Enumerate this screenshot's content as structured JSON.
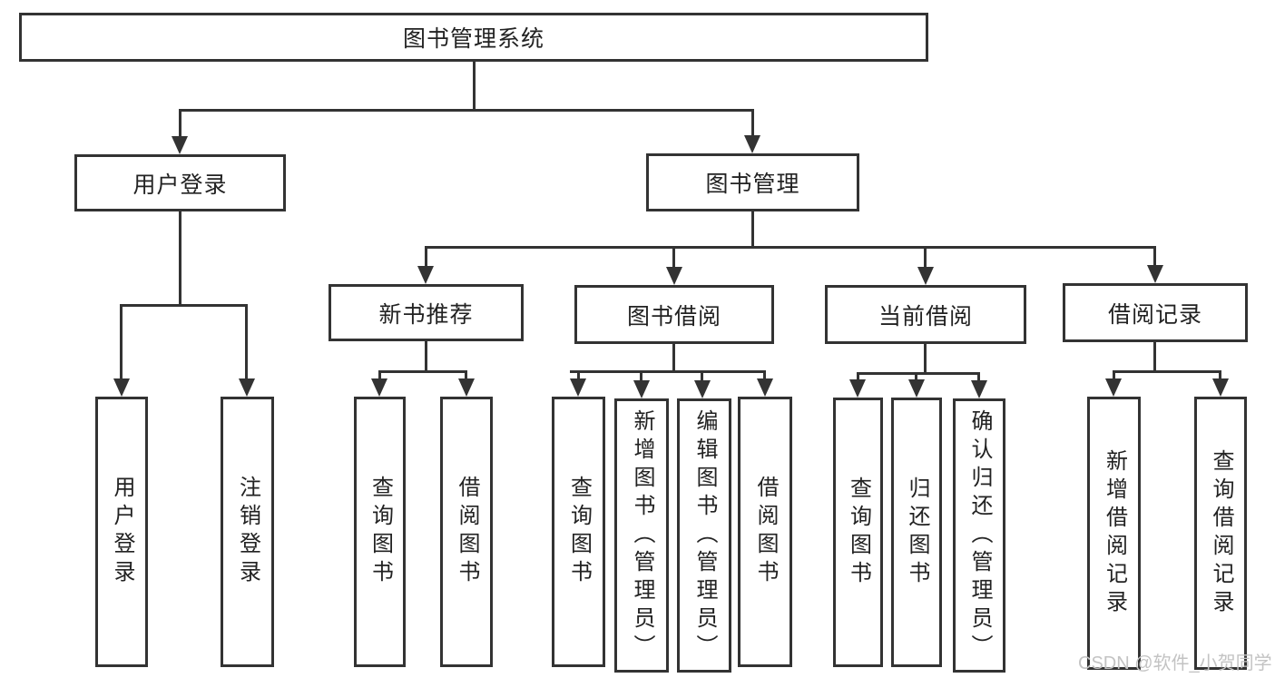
{
  "colors": {
    "line": "#333333",
    "text": "#222222",
    "box_bg": "#ffffff",
    "watermark": "#c3c3c3"
  },
  "tree": {
    "root": {
      "label": "图书管理系统"
    },
    "user_login": {
      "label": "用户登录",
      "leaves": {
        "login": {
          "label": "用户登录"
        },
        "logout": {
          "label": "注销登录"
        }
      }
    },
    "book_mgmt": {
      "label": "图书管理",
      "new_books": {
        "label": "新书推荐",
        "leaves": {
          "query": {
            "label": "查询图书"
          },
          "borrow": {
            "label": "借阅图书"
          }
        }
      },
      "book_borrow": {
        "label": "图书借阅",
        "leaves": {
          "query": {
            "label": "查询图书"
          },
          "add": {
            "label": "新增图书（管理员）"
          },
          "edit": {
            "label": "编辑图书（管理员）"
          },
          "borrow": {
            "label": "借阅图书"
          }
        }
      },
      "current_borrow": {
        "label": "当前借阅",
        "leaves": {
          "query": {
            "label": "查询图书"
          },
          "return": {
            "label": "归还图书"
          },
          "confirm": {
            "label": "确认归还（管理员）"
          }
        }
      },
      "borrow_records": {
        "label": "借阅记录",
        "leaves": {
          "add": {
            "label": "新增借阅记录"
          },
          "query": {
            "label": "查询借阅记录"
          }
        }
      }
    }
  },
  "watermark": {
    "text": "CSDN @软件_小贺同学"
  }
}
